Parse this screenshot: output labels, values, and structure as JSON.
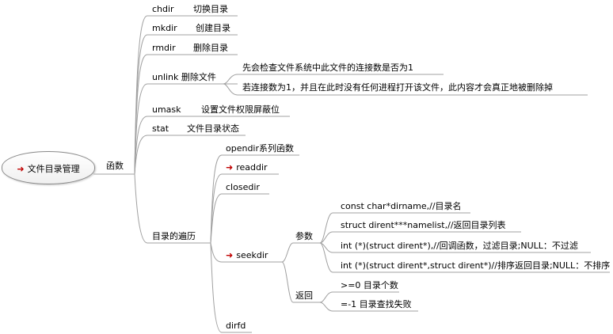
{
  "root": {
    "label": "文件目录管理",
    "icon": "red-arrow-icon"
  },
  "functions": {
    "label": "函数",
    "items": [
      {
        "name": "chdir",
        "desc": "切换目录"
      },
      {
        "name": "mkdir",
        "desc": "创建目录"
      },
      {
        "name": "rmdir",
        "desc": "删除目录"
      },
      {
        "name": "unlink",
        "desc": "删除文件",
        "notes": [
          "先会检查文件系统中此文件的连接数是否为1",
          "若连接数为1，并且在此时没有任何进程打开该文件，此内容才会真正地被删除掉"
        ]
      },
      {
        "name": "umask",
        "desc": "设置文件权限屏蔽位"
      },
      {
        "name": "stat",
        "desc": "文件目录状态"
      }
    ]
  },
  "traverse": {
    "label": "目录的遍历",
    "items": {
      "opendir": "opendir系列函数",
      "readdir": "readdir",
      "closedir": "closedir",
      "seekdir": "seekdir",
      "dirfd": "dirfd"
    },
    "seekdir": {
      "params_label": "参数",
      "params": [
        "const char*dirname,//目录名",
        "struct dirent***namelist,//返回目录列表",
        "int (*)(struct dirent*),//回调函数，过滤目录;NULL：不过滤",
        "int (*)(struct dirent*,struct dirent*)//排序返回目录;NULL：不排序"
      ],
      "return_label": "返回",
      "returns": [
        ">=0 目录个数",
        "=-1 目录查找失败"
      ]
    }
  },
  "colors": {
    "line": "#a0a0a0",
    "arrow": "#c00000"
  }
}
